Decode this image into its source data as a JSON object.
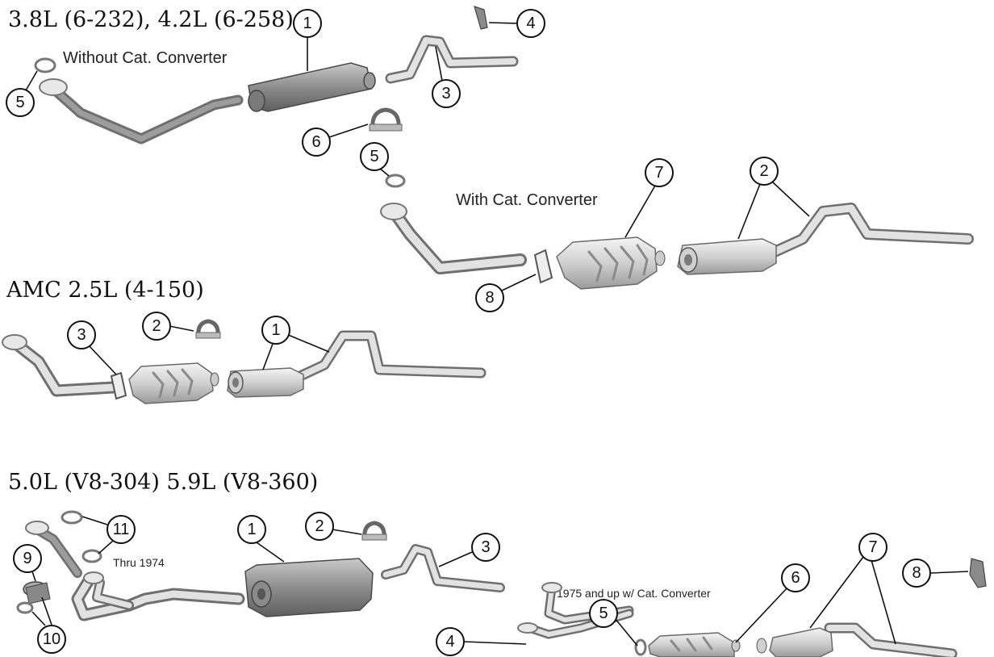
{
  "sections": {
    "s1": {
      "title": "3.8L (6-232), 4.2L (6-258)",
      "caption_without": "Without Cat. Converter",
      "caption_with": "With Cat. Converter"
    },
    "s2": {
      "title": "AMC 2.5L (4-150)"
    },
    "s3": {
      "title": "5.0L (V8-304)  5.9L (V8-360)",
      "caption_thru": "Thru 1974",
      "caption_1975": "1975 and up w/ Cat. Converter"
    }
  },
  "callouts": {
    "s1": [
      "1",
      "3",
      "4",
      "5",
      "6",
      "5",
      "7",
      "2",
      "8"
    ],
    "s2": [
      "3",
      "2",
      "1"
    ],
    "s3": [
      "11",
      "9",
      "10",
      "1",
      "2",
      "3",
      "6",
      "7",
      "8",
      "5",
      "4"
    ]
  },
  "colors": {
    "metal_light": "#f2f2f2",
    "metal_mid": "#c8c8c8",
    "metal_dark": "#8e8e8e",
    "line": "#111111"
  }
}
